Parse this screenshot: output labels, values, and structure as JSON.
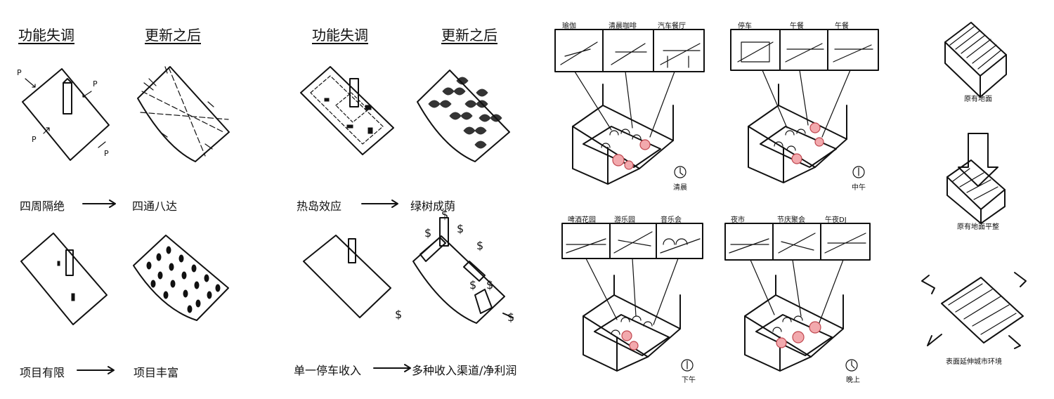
{
  "panel1": {
    "head_left": "功能失调",
    "head_right": "更新之后",
    "p_label": "P",
    "row1_left": "四周隔绝",
    "row1_right": "四通八达",
    "row2_left": "项目有限",
    "row2_right": "项目丰富"
  },
  "panel2": {
    "head_left": "功能失调",
    "head_right": "更新之后",
    "dollar": "$",
    "row1_left": "热岛效应",
    "row1_right": "绿树成荫",
    "row2_left": "单一停车收入",
    "row2_right": "多种收入渠道/净利润"
  },
  "panel3": {
    "q1_captions": [
      "瑜伽",
      "清晨咖啡",
      "汽车餐厅"
    ],
    "q1_time": "清晨",
    "q2_captions": [
      "停车",
      "午餐",
      "午餐"
    ],
    "q2_time": "中午",
    "q3_captions": [
      "啤酒花园",
      "游乐园",
      "音乐会"
    ],
    "q3_time": "下午",
    "q4_captions": [
      "夜市",
      "节庆聚会",
      "午夜DJ"
    ],
    "q4_time": "晚上"
  },
  "panel4": {
    "cap1": "原有地面",
    "cap2": "原有地面平整",
    "cap3": "表面延伸城市环境"
  }
}
